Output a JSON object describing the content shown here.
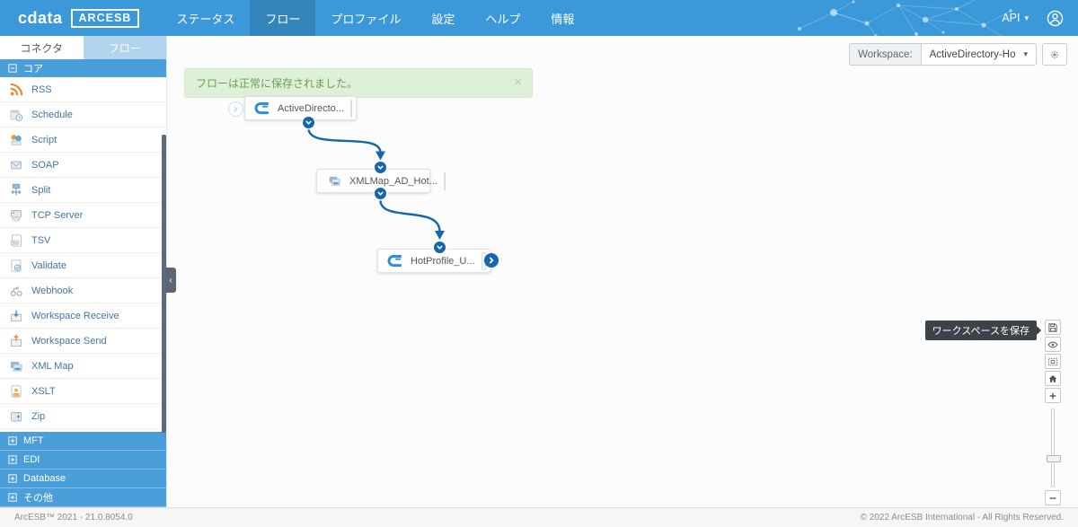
{
  "navbar": {
    "logo_text": "cdata",
    "logo_badge": "ARCESB",
    "items": [
      {
        "label": "ステータス",
        "active": false
      },
      {
        "label": "フロー",
        "active": true
      },
      {
        "label": "プロファイル",
        "active": false
      },
      {
        "label": "設定",
        "active": false
      },
      {
        "label": "ヘルプ",
        "active": false
      },
      {
        "label": "情報",
        "active": false
      }
    ],
    "api_label": "API",
    "api_caret": "▾"
  },
  "sidebar": {
    "tabs": [
      {
        "label": "コネクタ",
        "active": true
      },
      {
        "label": "フロー",
        "active": false
      }
    ],
    "core_section_label": "コア",
    "items": [
      {
        "label": "RSS",
        "icon": "rss"
      },
      {
        "label": "Schedule",
        "icon": "schedule"
      },
      {
        "label": "Script",
        "icon": "script"
      },
      {
        "label": "SOAP",
        "icon": "soap"
      },
      {
        "label": "Split",
        "icon": "split"
      },
      {
        "label": "TCP Server",
        "icon": "tcp"
      },
      {
        "label": "TSV",
        "icon": "tsv"
      },
      {
        "label": "Validate",
        "icon": "validate"
      },
      {
        "label": "Webhook",
        "icon": "webhook"
      },
      {
        "label": "Workspace Receive",
        "icon": "ws-receive"
      },
      {
        "label": "Workspace Send",
        "icon": "ws-send"
      },
      {
        "label": "XML Map",
        "icon": "xmlmap"
      },
      {
        "label": "XSLT",
        "icon": "xslt"
      },
      {
        "label": "Zip",
        "icon": "zip"
      }
    ],
    "collapsed_sections": [
      "MFT",
      "EDI",
      "Database",
      "その他"
    ],
    "collapse_handle": "‹"
  },
  "workspace": {
    "label": "Workspace:",
    "selected": "ActiveDirectory-Ho",
    "caret": "▾"
  },
  "alert": {
    "message": "フローは正常に保存されました。",
    "close": "×"
  },
  "flow": {
    "nodes": [
      {
        "label": "ActiveDirecto...",
        "icon": "cdata"
      },
      {
        "label": "XMLMap_AD_Hot...",
        "icon": "xmlmap"
      },
      {
        "label": "HotProfile_U...",
        "icon": "cdata"
      }
    ]
  },
  "toolbar_right": {
    "tooltip": "ワークスペースを保存"
  },
  "footer": {
    "left": "ArcESB™ 2021 - 21.0.8054.0",
    "right": "© 2022 ArcESB International - All Rights Reserved."
  },
  "colors": {
    "navbar_blue": "#3b99d9",
    "section_blue": "#4a9eda",
    "connector_blue": "#1566ad",
    "success_bg": "#dff0d8",
    "success_text": "#6b9e53"
  }
}
